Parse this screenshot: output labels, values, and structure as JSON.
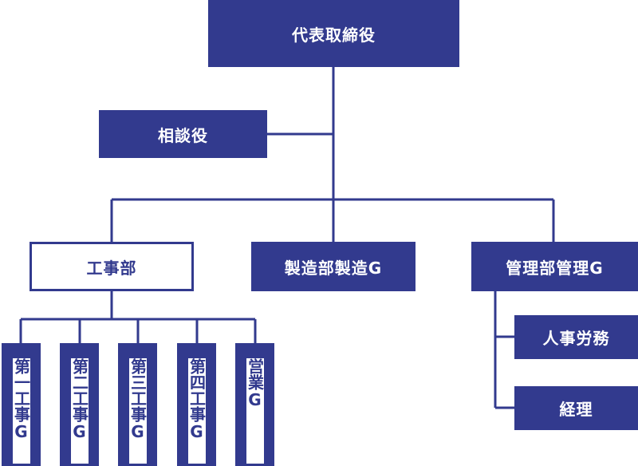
{
  "colors": {
    "primary": "#323a8e",
    "background": "#ffffff"
  },
  "nodes": {
    "ceo": "代表取締役",
    "advisor": "相談役",
    "construction": "工事部",
    "manufacturing": "製造部製造G",
    "administration": "管理部管理G",
    "construction_groups": [
      "第一工事G",
      "第二工事G",
      "第三工事G",
      "第四工事G",
      "営業G"
    ],
    "admin_groups": [
      "人事労務",
      "経理"
    ]
  }
}
